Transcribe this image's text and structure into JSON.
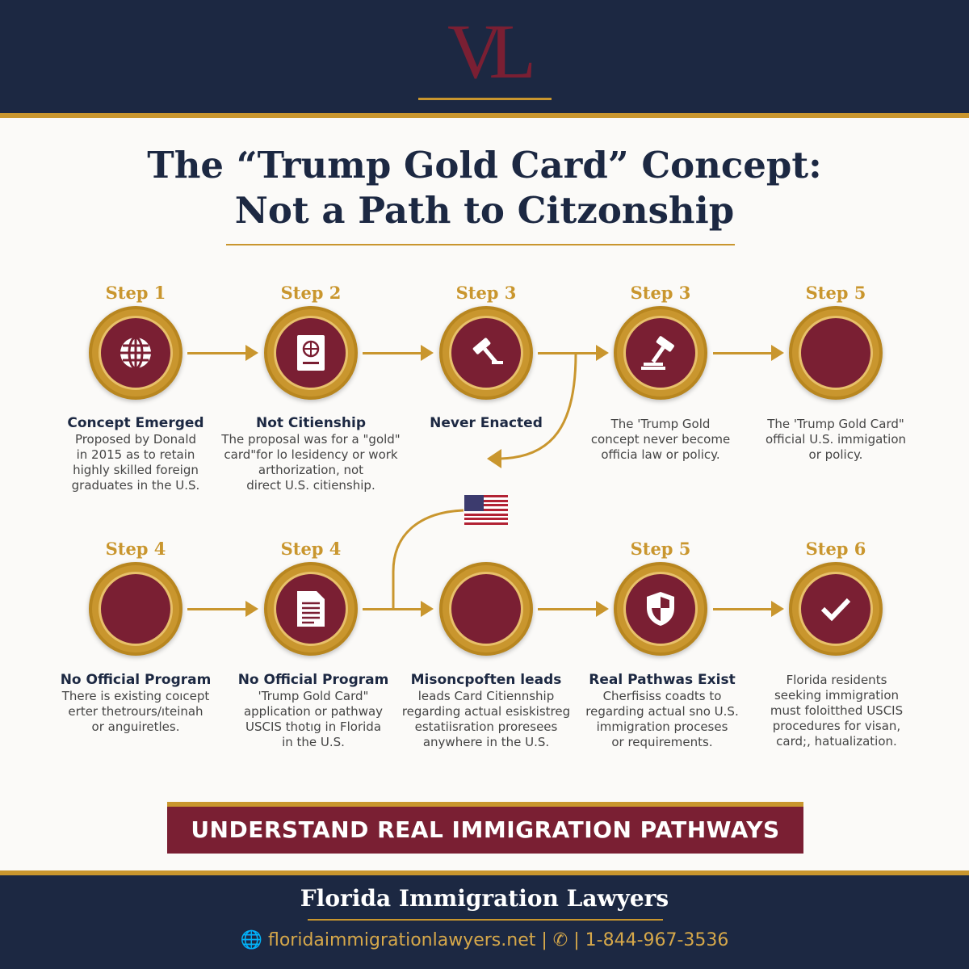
{
  "header": {
    "logo": "VL"
  },
  "title": {
    "line1": "The “Trump Gold Card” Concept:",
    "line2": "Not a Path to Citzonship"
  },
  "colors": {
    "navy": "#1c2842",
    "maroon": "#7a1f33",
    "gold": "#c9962e"
  },
  "steps": [
    {
      "label": "Step 1",
      "icon": "globe-icon",
      "title": "Concept Emerged",
      "body": [
        "Proposed by Donald",
        "in 2015 as to retain",
        "highly skilled foreign",
        "graduates in the U.S."
      ]
    },
    {
      "label": "Step 2",
      "icon": "passport-icon",
      "title": "Not Citienship",
      "body": [
        "The proposal was for a \"gold\"",
        "card\"for lo lesidency or work",
        "arthorization, not",
        "direct U.S. citienship."
      ]
    },
    {
      "label": "Step 3",
      "icon": "gavel-icon",
      "title": "Never Enacted",
      "body": []
    },
    {
      "label": "Step 3",
      "icon": "gavel-icon",
      "title": "",
      "body": [
        "The 'Trump Gold",
        "concept never become",
        "officia law or policy."
      ]
    },
    {
      "label": "Step 5",
      "icon": "",
      "title": "",
      "body": [
        "The 'Trump Gold Card\"",
        "official U.S. immigation",
        "or policy."
      ]
    },
    {
      "label": "Step 4",
      "icon": "",
      "title": "No Official Program",
      "body": [
        "There is existing coıcept",
        "erter thetrours/ıteinah",
        "or anguiretles."
      ]
    },
    {
      "label": "Step 4",
      "icon": "document-icon",
      "title": "No Official Program",
      "body": [
        "'Trump Gold Card\"",
        "application or pathway",
        "USCIS thotıg in Florida",
        "in the U.S."
      ]
    },
    {
      "label": "",
      "icon": "",
      "title": "Misoncpoften leads",
      "body": [
        "leads Card Citiennship",
        "regarding actual esiskistreg",
        "estatiisration proresees",
        "anywhere in the U.S."
      ]
    },
    {
      "label": "Step 5",
      "icon": "shield-icon",
      "title": "Real Pathwas Exist",
      "body": [
        "Cherfisiss coadts to",
        "regarding actual sno U.S.",
        "immigration proceses",
        "or requirements."
      ]
    },
    {
      "label": "Step 6",
      "icon": "checkmark-icon",
      "title": "",
      "body": [
        "Florida residents",
        "seeking immigration",
        "must foloitthed USCIS",
        "procedures for visan,",
        "card;, hatualization."
      ]
    }
  ],
  "banner": {
    "text": "UNDERSTAND REAL IMMIGRATION PATHWAYS"
  },
  "footer": {
    "title": "Florida Immigration Lawyers",
    "website": "floridaimmigrationlawyers.net",
    "separator": "|",
    "phone": "1-844-967-3536"
  }
}
